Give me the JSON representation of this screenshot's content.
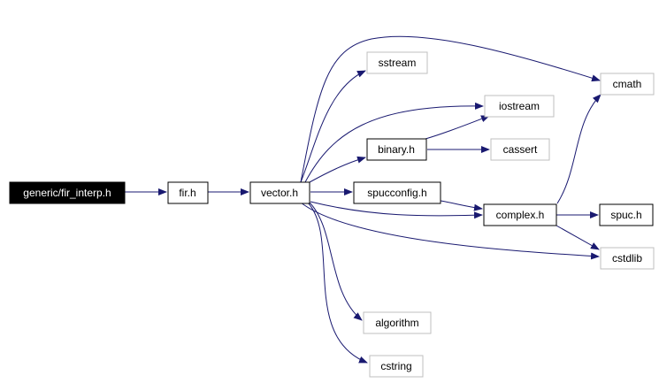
{
  "diagram": {
    "colors": {
      "edge": "#191970",
      "internal_border": "#000000",
      "external_border": "#bfbfbf",
      "root_fill": "#000000",
      "root_text": "#ffffff",
      "node_fill": "#ffffff",
      "node_text": "#000000"
    },
    "nodes": {
      "fir_interp": {
        "label": "generic/fir_interp.h"
      },
      "fir": {
        "label": "fir.h"
      },
      "vector": {
        "label": "vector.h"
      },
      "sstream": {
        "label": "sstream"
      },
      "iostream": {
        "label": "iostream"
      },
      "binary": {
        "label": "binary.h"
      },
      "cassert": {
        "label": "cassert"
      },
      "spucconfig": {
        "label": "spucconfig.h"
      },
      "complex": {
        "label": "complex.h"
      },
      "cmath": {
        "label": "cmath"
      },
      "spuc": {
        "label": "spuc.h"
      },
      "cstdlib": {
        "label": "cstdlib"
      },
      "algorithm": {
        "label": "algorithm"
      },
      "cstring": {
        "label": "cstring"
      }
    }
  }
}
